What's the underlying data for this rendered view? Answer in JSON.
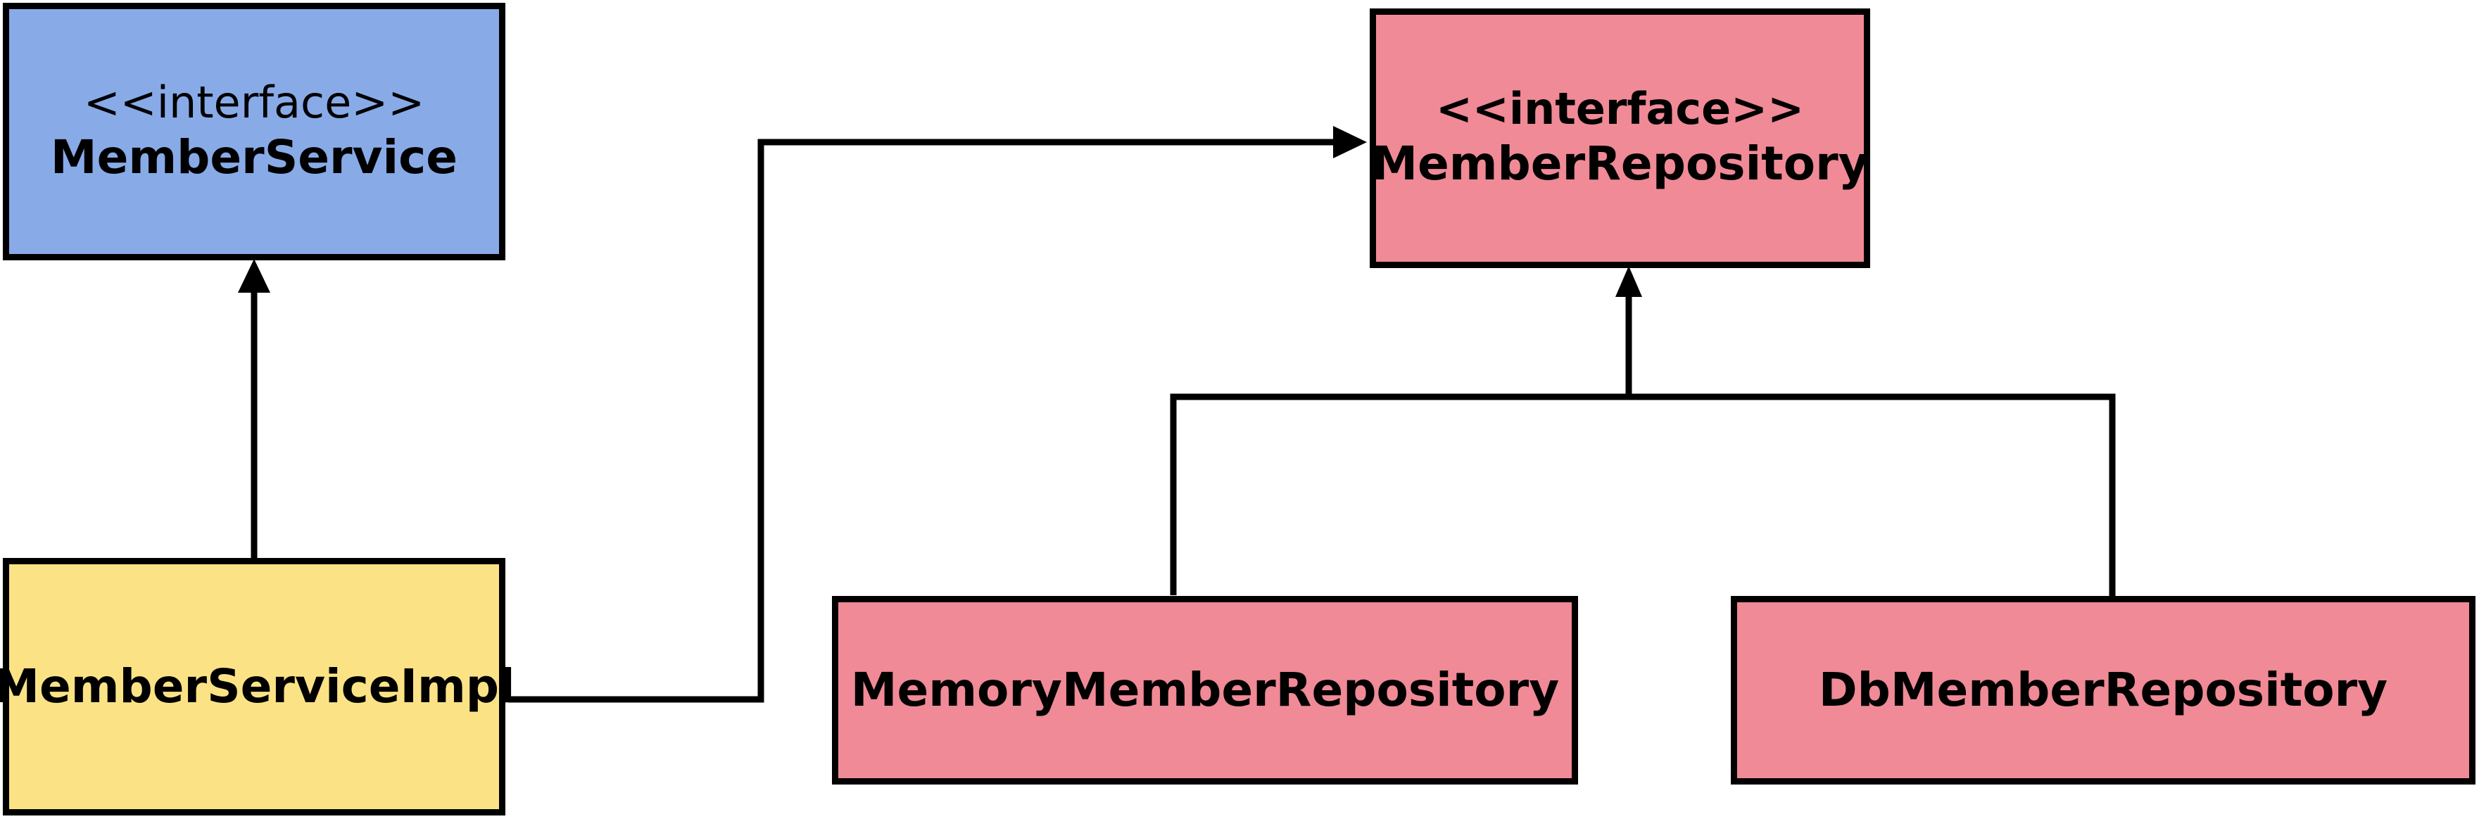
{
  "colors": {
    "interface_service": "#88abe8",
    "implementation_service": "#fbe385",
    "repository": "#f08a96",
    "stroke": "#000000"
  },
  "nodes": {
    "member_service": {
      "stereotype": "<<interface>>",
      "name": "MemberService"
    },
    "member_repository": {
      "stereotype": "<<interface>>",
      "name": "MemberRepository"
    },
    "member_service_impl": {
      "name": "MemberServiceImpl"
    },
    "memory_member_repository": {
      "name": "MemoryMemberRepository"
    },
    "db_member_repository": {
      "name": "DbMemberRepository"
    }
  },
  "edges": [
    {
      "from": "member_service_impl",
      "to": "member_service",
      "kind": "implements"
    },
    {
      "from": "member_service_impl",
      "to": "member_repository",
      "kind": "depends-on"
    },
    {
      "from": "memory_member_repository",
      "to": "member_repository",
      "kind": "implements"
    },
    {
      "from": "db_member_repository",
      "to": "member_repository",
      "kind": "implements"
    }
  ]
}
